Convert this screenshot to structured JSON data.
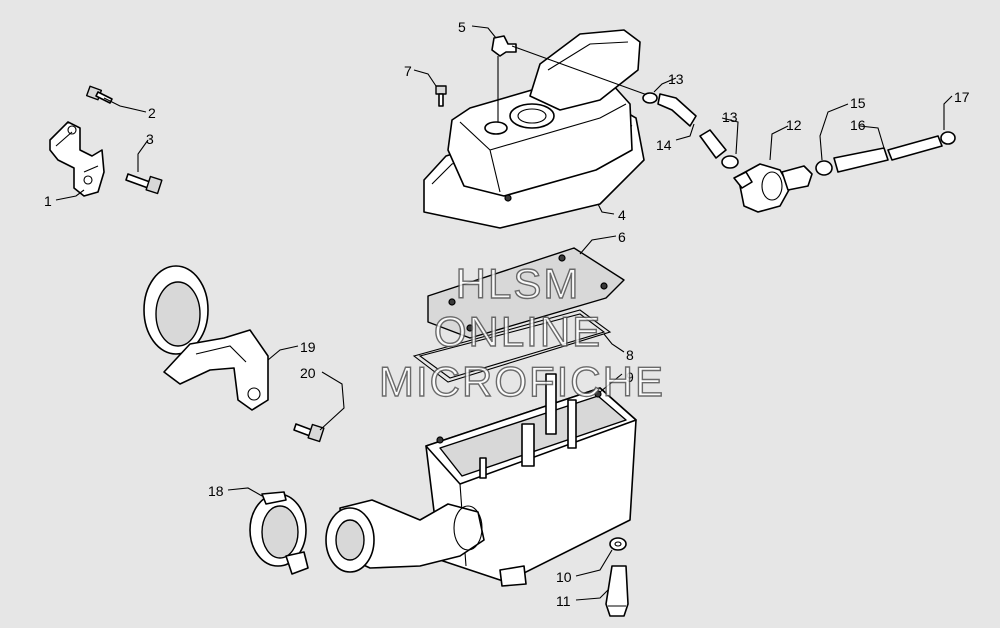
{
  "diagram": {
    "callouts": [
      {
        "id": "c1",
        "label": "1"
      },
      {
        "id": "c2",
        "label": "2"
      },
      {
        "id": "c3",
        "label": "3"
      },
      {
        "id": "c4",
        "label": "4"
      },
      {
        "id": "c5",
        "label": "5"
      },
      {
        "id": "c6",
        "label": "6"
      },
      {
        "id": "c7",
        "label": "7"
      },
      {
        "id": "c8",
        "label": "8"
      },
      {
        "id": "c9",
        "label": "9"
      },
      {
        "id": "c10",
        "label": "10"
      },
      {
        "id": "c11",
        "label": "11"
      },
      {
        "id": "c12",
        "label": "12"
      },
      {
        "id": "c13a",
        "label": "13"
      },
      {
        "id": "c13b",
        "label": "13"
      },
      {
        "id": "c14",
        "label": "14"
      },
      {
        "id": "c15",
        "label": "15"
      },
      {
        "id": "c16",
        "label": "16"
      },
      {
        "id": "c17",
        "label": "17"
      },
      {
        "id": "c18",
        "label": "18"
      },
      {
        "id": "c19",
        "label": "19"
      },
      {
        "id": "c20",
        "label": "20"
      }
    ],
    "watermark": {
      "line1": "HLSM",
      "line2": "ONLINE",
      "line3": "MICROFICHE"
    }
  }
}
